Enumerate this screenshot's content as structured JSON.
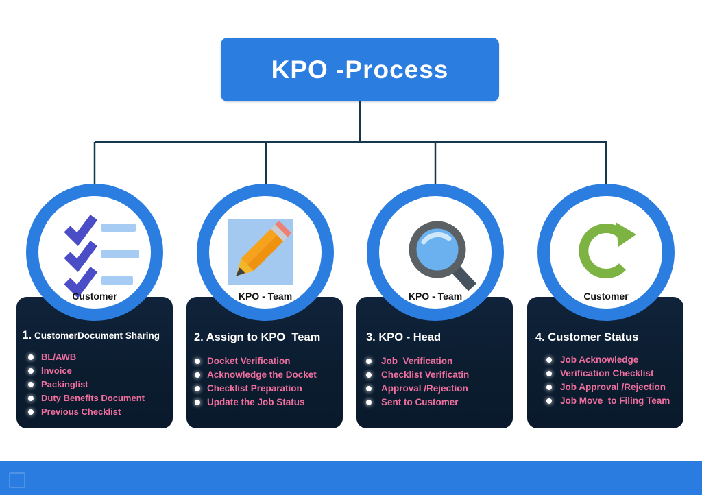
{
  "title": "KPO -Process",
  "colors": {
    "accent_blue": "#2b7de0",
    "card_bg": "#0c1e32",
    "item_pink": "#ef6f9e",
    "connector": "#16384f",
    "footer_blue": "#2a7ce0",
    "check_indigo": "#4a4dc5",
    "check_bar_blue": "#a6ccf4",
    "pencil_orange": "#f6a21d",
    "pencil_pad_blue": "#a3c9f0",
    "magnifier_lens_blue": "#6cb1ef",
    "refresh_green": "#7cb342"
  },
  "branches": [
    {
      "icon": "checklist-icon",
      "label": "Customer",
      "heading_num": "1.",
      "heading": " CustomerDocument Sharing",
      "items": [
        "BL/AWB",
        "Invoice",
        "Packinglist",
        "Duty Benefits Document",
        "Previous Checklist"
      ]
    },
    {
      "icon": "pencil-icon",
      "label": "KPO - Team",
      "heading_num": "2.",
      "heading": " Assign to KPO  Team",
      "items": [
        "Docket Verification",
        "Acknowledge the Docket",
        "Checklist Preparation",
        "Update the Job Status"
      ]
    },
    {
      "icon": "magnifier-icon",
      "label": "KPO - Team",
      "heading_num": "3.",
      "heading": " KPO - Head",
      "items": [
        "Job  Verification",
        "Checklist Verificatin",
        "Approval /Rejection",
        "Sent to Customer"
      ]
    },
    {
      "icon": "refresh-icon",
      "label": "Customer",
      "heading_num": "4.",
      "heading": " Customer Status",
      "items": [
        "Job Acknowledge",
        "Verification Checklist",
        "Job Approval /Rejection",
        "Job Move  to Filing Team"
      ]
    }
  ]
}
